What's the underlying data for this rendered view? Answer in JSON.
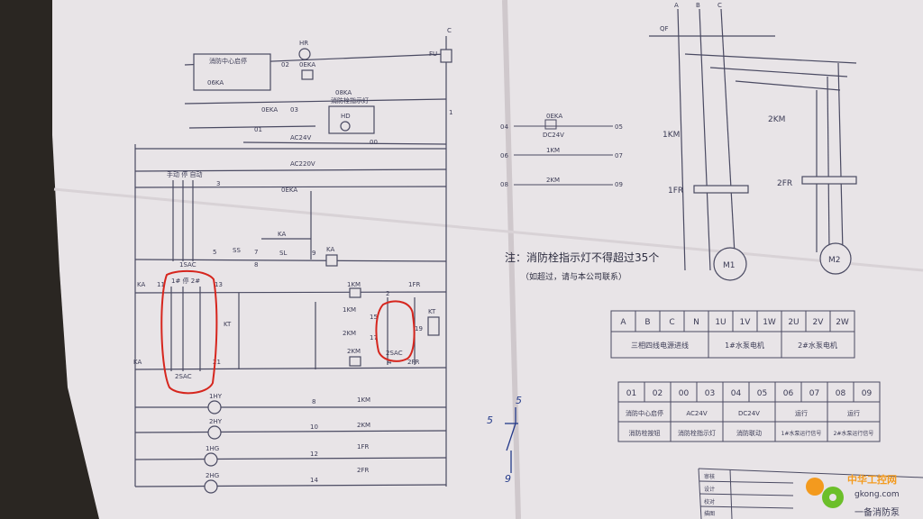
{
  "colors": {
    "paper": "#e8e4e7",
    "ink": "#4a4a62",
    "red_marker": "#d6261e",
    "blue_pen": "#243a8a",
    "watermark_orange": "#f39a1e",
    "watermark_green": "#6cbf2a"
  },
  "top_labels": {
    "a": "A",
    "b": "B",
    "c": "C",
    "qf": "QF"
  },
  "control": {
    "hr": "HR",
    "fire_center_start": "消防中心启停",
    "ka": "0EKA",
    "ka6": "06KA",
    "label_02": "02",
    "ka2": "0EKA",
    "hydrant_indicator": "消防栓指示灯",
    "hd": "HD",
    "ka3": "08KA",
    "n03": "03",
    "n01": "01",
    "ac24": "AC24V",
    "n00": "00",
    "ac220": "AC220V",
    "fu": "FU",
    "c": "C",
    "one": "1",
    "switch_labels": "手动 停 自动",
    "n3": "3",
    "ka_b": "0EKA",
    "ka_c": "KA",
    "n5": "5",
    "ss": "SS",
    "n7": "7",
    "n8": "8",
    "sl": "SL",
    "n9": "9",
    "ka_coil": "KA",
    "sac1": "1SAC",
    "ka_left": "KA",
    "n11": "11",
    "sw2_labels": "1# 停 2#",
    "n13": "13",
    "km1_top": "1KM",
    "n2": "2",
    "fr1_top": "1FR",
    "kt": "KT",
    "n15": "15",
    "km1_mid": "1KM",
    "kt_r": "KT",
    "n19": "19",
    "n17": "17",
    "km2_mid": "2KM",
    "n21": "21",
    "km2_coil": "2KM",
    "n4": "4",
    "fr2_r": "2FR",
    "sac2": "2SAC",
    "sac2b": "2SAC",
    "ka_low": "KA",
    "hy1": "1HY",
    "hy2": "2HY",
    "hg1": "1HG",
    "hg2": "2HG",
    "n8b": "8",
    "km1b": "1KM",
    "n10": "10",
    "km2b": "2KM",
    "n12": "12",
    "fr1b": "1FR",
    "n14": "14",
    "fr2b": "2FR"
  },
  "terminal_small": {
    "r04": "04",
    "r06": "06",
    "r08": "08",
    "ka": "0EKA",
    "dc24": "DC24V",
    "km1": "1KM",
    "km2": "2KM",
    "r05": "05",
    "r07": "07",
    "r09": "09"
  },
  "note": {
    "line1": "注：消防栓指示灯不得超过35个",
    "line2": "（如超过，请与本公司联系）"
  },
  "power": {
    "km1": "1KM",
    "km2": "2KM",
    "fr1": "1FR",
    "fr2": "2FR",
    "m1": "M1",
    "m2": "M2"
  },
  "table1": {
    "headers": [
      "A",
      "B",
      "C",
      "N",
      "1U",
      "1V",
      "1W",
      "2U",
      "2V",
      "2W"
    ],
    "groups": [
      "三相四线电源进线",
      "1#水泵电机",
      "2#水泵电机"
    ]
  },
  "table2": {
    "headers": [
      "01",
      "02",
      "00",
      "03",
      "04",
      "05",
      "06",
      "07",
      "08",
      "09"
    ],
    "row1": [
      "消防中心启停",
      "AC24V",
      "DC24V",
      "运行",
      "运行"
    ],
    "row2": [
      "消防栓按钮",
      "消防栓指示灯",
      "消防联动",
      "1#水泵运行信号",
      "2#水泵运行信号"
    ]
  },
  "handwriting": {
    "n5a": "5",
    "n5b": "5",
    "n9": "9"
  },
  "title_block": {
    "r1": "审核",
    "r2": "设计",
    "r3": "校对",
    "r4": "描图",
    "big": "一备消防泵"
  },
  "watermark": {
    "cn": "中华工控网",
    "url": "gkong.com"
  }
}
